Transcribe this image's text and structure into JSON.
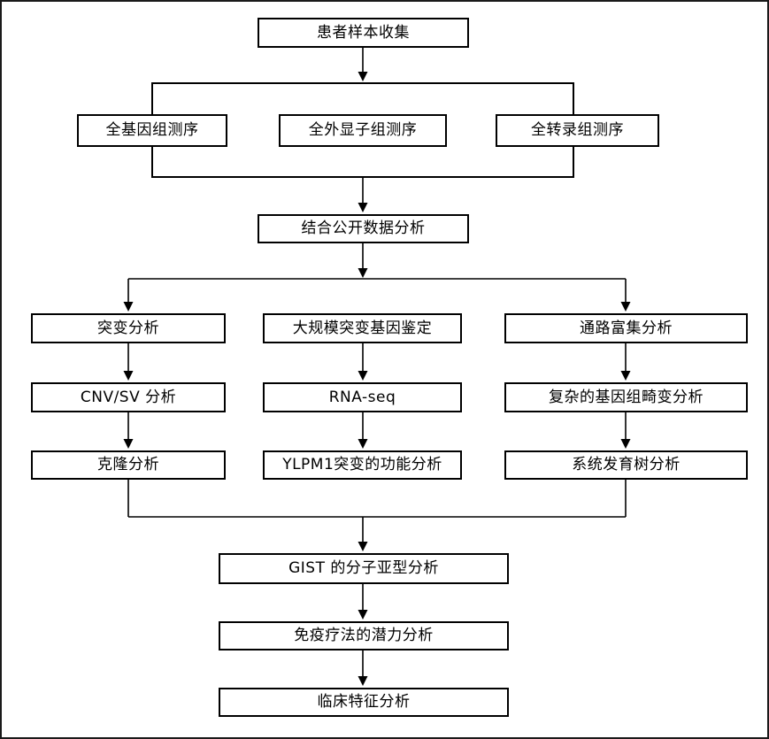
{
  "diagram": {
    "type": "flowchart",
    "language": "zh-CN",
    "colors": {
      "background": "#ffffff",
      "box_fill": "#ffffff",
      "box_border": "#000000",
      "line": "#000000",
      "text": "#000000",
      "outer_border": "#1a1a1a"
    },
    "nodes": {
      "patient_sample": {
        "label": "患者样本收集"
      },
      "wgs": {
        "label": "全基因组测序"
      },
      "wes": {
        "label": "全外显子组测序"
      },
      "wts": {
        "label": "全转录组测序"
      },
      "public_data": {
        "label": "结合公开数据分析"
      },
      "mutation": {
        "label": "突变分析"
      },
      "large_scale": {
        "label": "大规模突变基因鉴定"
      },
      "pathway": {
        "label": "通路富集分析"
      },
      "cnv_sv": {
        "label": "CNV/SV 分析"
      },
      "rna_seq": {
        "label": "RNA-seq"
      },
      "complex_aberration": {
        "label": "复杂的基因组畸变分析"
      },
      "clonal": {
        "label": "克隆分析"
      },
      "ylpm1": {
        "label": "YLPM1突变的功能分析"
      },
      "phylogenetic": {
        "label": "系统发育树分析"
      },
      "gist_subtype": {
        "label": "GIST 的分子亚型分析"
      },
      "immunotherapy": {
        "label": "免疫疗法的潜力分析"
      },
      "clinical": {
        "label": "临床特征分析"
      }
    },
    "edges": [
      {
        "from": "patient_sample",
        "to": "sequencing_group"
      },
      {
        "from": "sequencing_group",
        "to": "public_data"
      },
      {
        "from": "public_data",
        "to": "branch_line"
      },
      {
        "from": "branch_line",
        "to": "mutation"
      },
      {
        "from": "branch_line",
        "to": "pathway"
      },
      {
        "from": "mutation",
        "to": "cnv_sv"
      },
      {
        "from": "cnv_sv",
        "to": "clonal"
      },
      {
        "from": "large_scale",
        "to": "rna_seq"
      },
      {
        "from": "rna_seq",
        "to": "ylpm1"
      },
      {
        "from": "pathway",
        "to": "complex_aberration"
      },
      {
        "from": "complex_aberration",
        "to": "phylogenetic"
      },
      {
        "from": "clonal",
        "to": "merge_line"
      },
      {
        "from": "phylogenetic",
        "to": "merge_line"
      },
      {
        "from": "merge_line",
        "to": "gist_subtype"
      },
      {
        "from": "gist_subtype",
        "to": "immunotherapy"
      },
      {
        "from": "immunotherapy",
        "to": "clinical"
      }
    ]
  }
}
